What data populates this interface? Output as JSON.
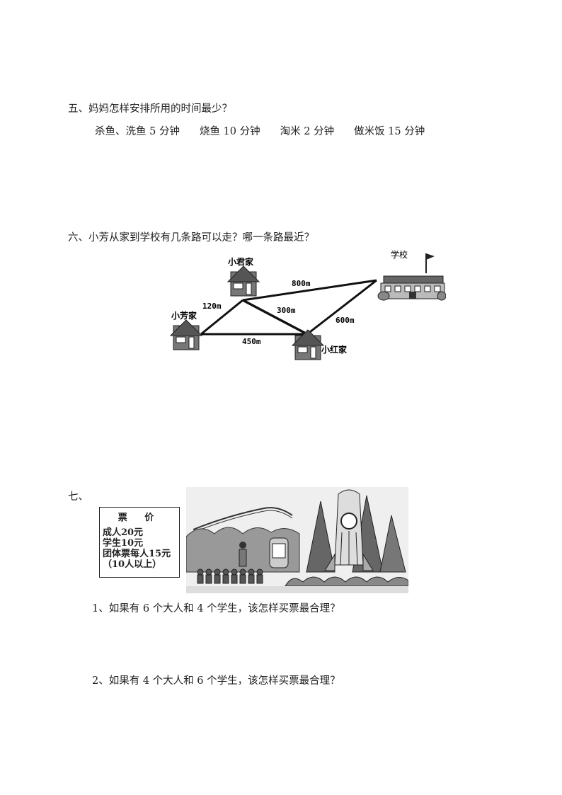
{
  "q5": {
    "title": "五、妈妈怎样安排所用的时间最少？",
    "items": [
      "杀鱼、洗鱼 5 分钟",
      "烧鱼 10 分钟",
      "淘米 2 分钟",
      "做米饭 15 分钟"
    ]
  },
  "q6": {
    "title": "六、小芳从家到学校有几条路可以走？哪一条路最近？",
    "places": {
      "xiaofang": "小芳家",
      "xiaojun": "小君家",
      "xiaohong": "小红家",
      "school": "学校"
    },
    "distances": {
      "fang_jun": "120m",
      "jun_school": "800m",
      "jun_hong": "300m",
      "hong_school": "600m",
      "fang_hong": "450m"
    }
  },
  "q7": {
    "number": "七、",
    "ticket": {
      "title": "票 价",
      "lines": [
        "成人20元",
        "学生10元",
        "团体票每人15元",
        "（10人以上）"
      ]
    },
    "sub1": "1、如果有 6 个大人和 4 个学生，该怎样买票最合理？",
    "sub2": "2、如果有 4 个大人和 6 个学生，该怎样买票最合理？"
  }
}
